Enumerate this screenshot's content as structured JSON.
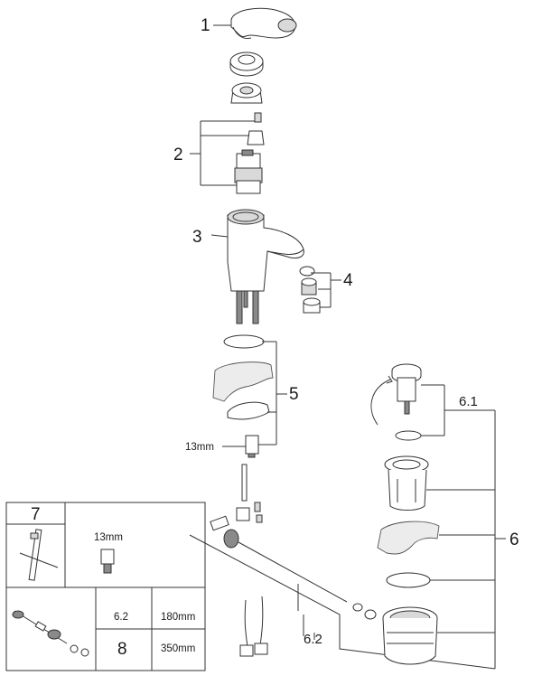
{
  "callouts": {
    "handle": "1",
    "cartridge_group": "2",
    "body": "3",
    "aerator_group": "4",
    "mounting_group": "5",
    "pop_up_waste": "6",
    "waste_plug": "6.1",
    "pull_rod": "6.2",
    "rod_extension": "6.2",
    "tool": "7",
    "rod_length_option": "8"
  },
  "dimensions": {
    "mount_nut_size": "13mm",
    "tool_wrench_size": "13mm",
    "rod_length_6_2": "180mm",
    "rod_length_8": "350mm"
  }
}
